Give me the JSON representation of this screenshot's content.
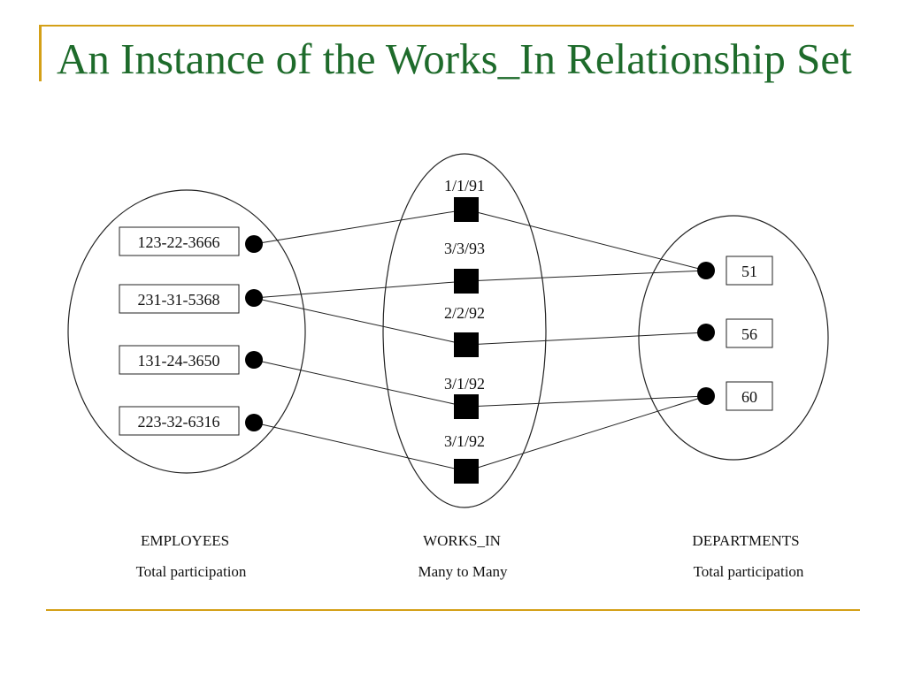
{
  "slide": {
    "title": "An Instance of the Works_In Relationship Set",
    "colors": {
      "title": "#1e6b2b",
      "accent_rule": "#d4a017"
    }
  },
  "diagram": {
    "employees": {
      "label": "EMPLOYEES",
      "sublabel": "Total participation",
      "ssns": [
        "123-22-3666",
        "231-31-5368",
        "131-24-3650",
        "223-32-6316"
      ]
    },
    "works_in": {
      "label": "WORKS_IN",
      "sublabel": "Many to Many",
      "since": [
        "1/1/91",
        "3/3/93",
        "2/2/92",
        "3/1/92",
        "3/1/92"
      ]
    },
    "departments": {
      "label": "DEPARTMENTS",
      "sublabel": "Total participation",
      "dids": [
        "51",
        "56",
        "60"
      ]
    }
  }
}
